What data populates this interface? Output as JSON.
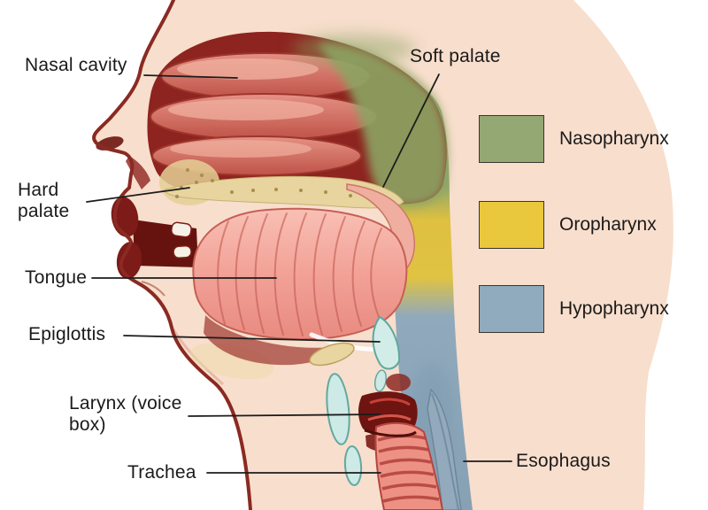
{
  "labels": {
    "nasal_cavity": "Nasal cavity",
    "soft_palate": "Soft palate",
    "hard_palate": "Hard palate",
    "tongue": "Tongue",
    "epiglottis": "Epiglottis",
    "larynx": "Larynx (voice box)",
    "trachea": "Trachea",
    "esophagus": "Esophagus"
  },
  "legend": {
    "items": [
      {
        "label": "Nasopharynx",
        "color": "#94a873"
      },
      {
        "label": "Oropharynx",
        "color": "#e9c83e"
      },
      {
        "label": "Hypopharynx",
        "color": "#90aabe"
      }
    ]
  }
}
